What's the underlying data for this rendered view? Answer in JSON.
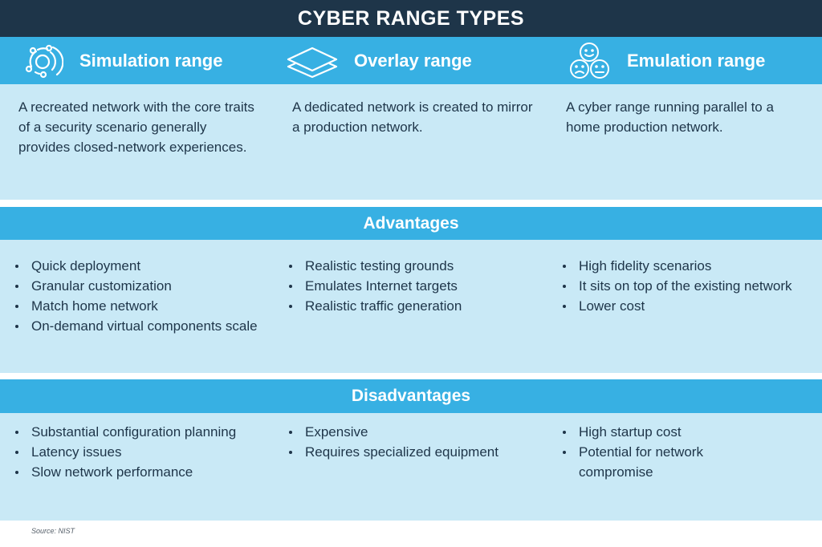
{
  "title": "CYBER RANGE TYPES",
  "colors": {
    "title_bg": "#1e3549",
    "header_bg": "#37b0e3",
    "panel_bg": "#c9e9f6",
    "text": "#1e3549"
  },
  "types": [
    {
      "icon": "orbit-icon",
      "name": "Simulation range",
      "description": "A recreated network with the core traits of a security scenario generally provides closed-network experiences."
    },
    {
      "icon": "layers-icon",
      "name": "Overlay range",
      "description": "A dedicated network is created to mirror a production network."
    },
    {
      "icon": "faces-icon",
      "name": "Emulation range",
      "description": "A cyber range running parallel to a home production network."
    }
  ],
  "advantages": {
    "heading": "Advantages",
    "columns": [
      [
        "Quick deployment",
        "Granular customization",
        "Match home network",
        "On-demand virtual components scale"
      ],
      [
        "Realistic testing grounds",
        "Emulates Internet targets",
        "Realistic traffic generation"
      ],
      [
        "High fidelity scenarios",
        "It sits on top of the existing network",
        "Lower cost"
      ]
    ]
  },
  "disadvantages": {
    "heading": "Disadvantages",
    "columns": [
      [
        "Substantial configuration planning",
        "Latency issues",
        "Slow network performance"
      ],
      [
        "Expensive",
        "Requires specialized equipment"
      ],
      [
        "High startup cost",
        "Potential for network compromise"
      ]
    ]
  },
  "source": "Source: NIST"
}
